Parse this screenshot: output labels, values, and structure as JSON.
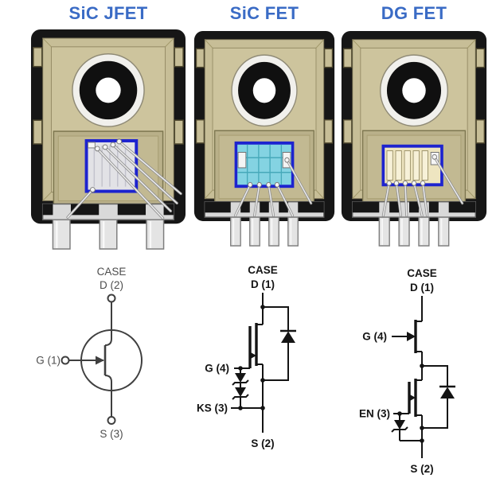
{
  "figure": {
    "columns": [
      {
        "title": "SiC JFET",
        "schematic": {
          "case_label": "CASE",
          "drain_label": "D (2)",
          "gate_label": "G (1)",
          "source_label": "S (3)"
        }
      },
      {
        "title": "SiC FET",
        "schematic": {
          "case_label": "CASE",
          "drain_label": "D (1)",
          "gate_label": "G (4)",
          "aux_label": "KS (3)",
          "source_label": "S (2)"
        }
      },
      {
        "title": "DG FET",
        "schematic": {
          "case_label": "CASE",
          "drain_label": "D (1)",
          "gate_label": "G (4)",
          "aux_label": "EN (3)",
          "source_label": "S (2)"
        }
      }
    ],
    "colors": {
      "title_blue": "#3A6BC5",
      "die_outline_blue": "#1D23CF",
      "package_black": "#161616",
      "package_tan": "#C7BE97",
      "sic_fet_die_cyan": "#84D3E2",
      "dg_fet_die_cream": "#EEE5C0",
      "jfet_die_gray": "#E2E2E6"
    }
  }
}
